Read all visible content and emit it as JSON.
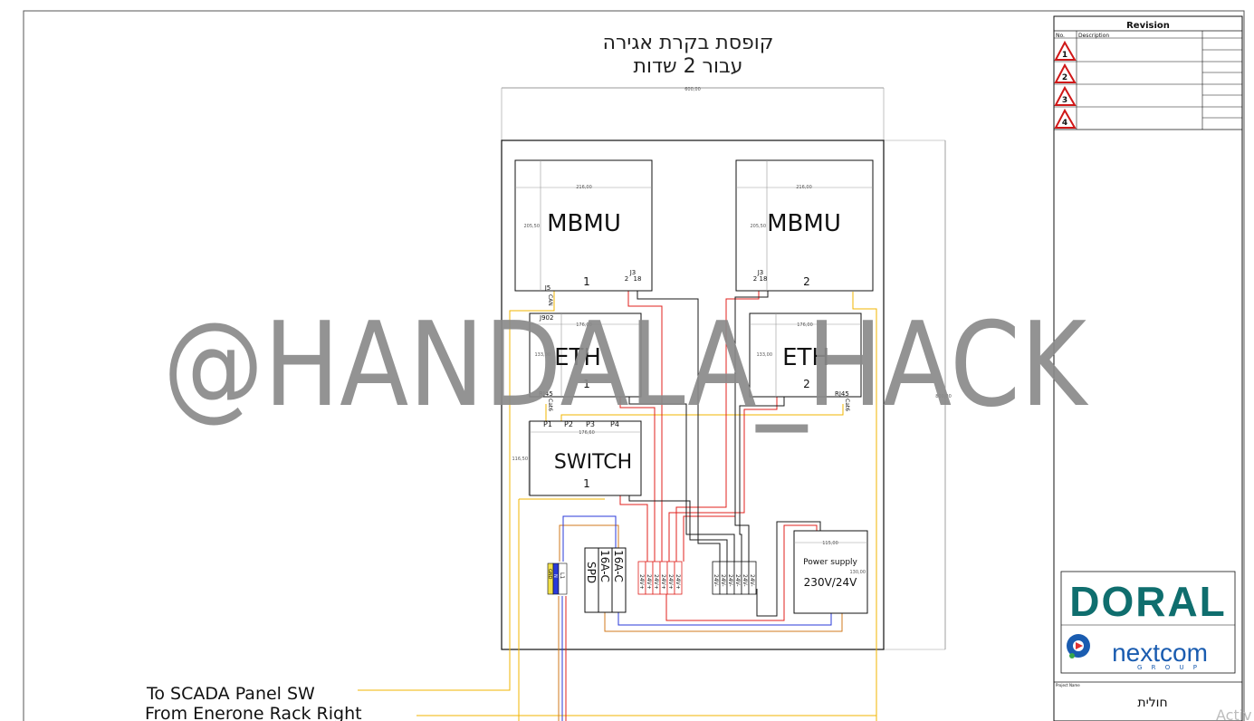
{
  "title": {
    "line1": "קופסת בקרת אגירה",
    "line2": "עבור 2 שדות"
  },
  "dimensions": {
    "width_total": "600,00",
    "height_total": "800,00",
    "mbmu_width": "216,00",
    "mbmu_height": "205,50",
    "eth_width": "176,00",
    "eth_height": "133,00",
    "switch_width": "176,60",
    "switch_height": "116,50",
    "psu_width": "115,00",
    "psu_height": "130,00"
  },
  "components": {
    "mbmu1": {
      "label": "MBMU",
      "index": "1",
      "j3": "J3",
      "pin_a": "2",
      "pin_b": "18",
      "j5": "J5",
      "can": "CAN"
    },
    "mbmu2": {
      "label": "MBMU",
      "index": "2",
      "j3": "J3",
      "pin_a": "2",
      "pin_b": "18"
    },
    "eth1": {
      "label": "ETH",
      "index": "1",
      "connector_top": "J902",
      "connector_bottom": "RJ45",
      "cable": "Cat6"
    },
    "eth2": {
      "label": "ETH",
      "index": "2",
      "connector_bottom": "RJ45",
      "cable": "Cat6"
    },
    "switch1": {
      "label": "SWITCH",
      "index": "1",
      "ports": [
        "P1",
        "P2",
        "P3",
        "P4"
      ]
    },
    "psu": {
      "label_line1": "Power supply",
      "label_line2": "230V/24V"
    },
    "breakers": {
      "spd": "SPD",
      "b1": "16A-C",
      "b2": "16A-C"
    },
    "terminal_main": {
      "n": "N",
      "gnd": "GND",
      "l": "L1"
    },
    "terminals_plus": [
      "24V+",
      "24V+",
      "24V+",
      "24V+",
      "24V+",
      "24V+"
    ],
    "terminals_minus": [
      "24V-",
      "24V-",
      "24V-",
      "24V-",
      "24V-",
      "24V-"
    ]
  },
  "external": {
    "to_scada": "To SCADA Panel SW",
    "from_enerone": "From Enerone Rack Right"
  },
  "title_block": {
    "revision_header": "Revision",
    "col_no": "No.",
    "col_description": "Description",
    "revisions": [
      "1",
      "2",
      "3",
      "4"
    ],
    "logo_doral": "DORAL",
    "logo_nextcom": "nextcom",
    "logo_nextcom_sub": "G R O U P",
    "project_name_label": "Project Name",
    "project_name": "חולית"
  },
  "watermark": "@HANDALA_HACK",
  "activation_hint": "Activ",
  "colors": {
    "wire_red": "#e0201c",
    "wire_black": "#1a1a1a",
    "wire_yellow": "#f2b400",
    "wire_orange": "#d27a1c",
    "wire_blue": "#2a3ad8",
    "doral_teal": "#0f6e6e",
    "nextcom_blue": "#1a5cb0",
    "nextcom_red": "#e03030",
    "watermark": "#8a8a8a"
  }
}
